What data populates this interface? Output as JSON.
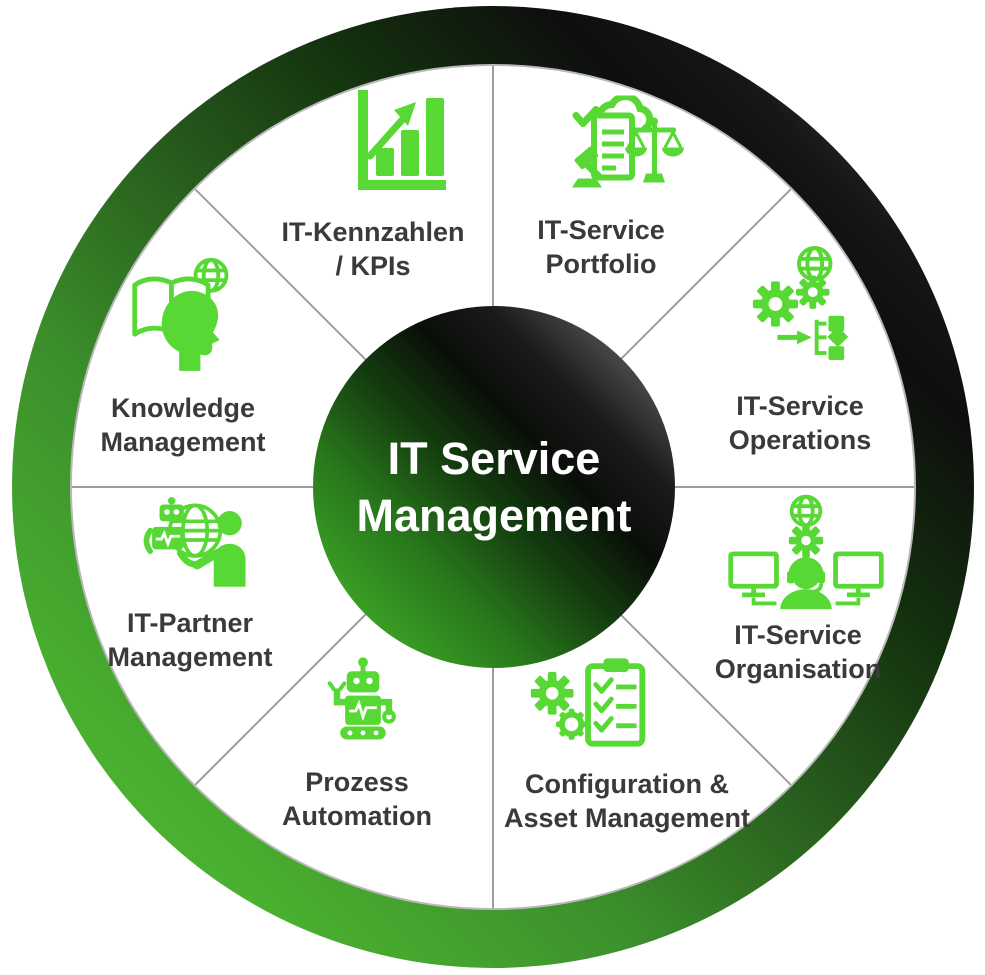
{
  "center": {
    "line1": "IT Service",
    "line2": "Management"
  },
  "segments": [
    {
      "id": "kpis",
      "line1": "IT-Kennzahlen",
      "line2": "/ KPIs",
      "icon": "bar-chart-growth"
    },
    {
      "id": "portfolio",
      "line1": "IT-Service",
      "line2": "Portfolio",
      "icon": "cloud-document-scales"
    },
    {
      "id": "operations",
      "line1": "IT-Service",
      "line2": "Operations",
      "icon": "gears-globe-flowchart"
    },
    {
      "id": "organisation",
      "line1": "IT-Service",
      "line2": "Organisation",
      "icon": "support-agent-monitors"
    },
    {
      "id": "configuration",
      "line1": "Configuration &",
      "line2": "Asset Management",
      "icon": "gears-checklist-clipboard"
    },
    {
      "id": "automation",
      "line1": "Prozess",
      "line2": "Automation",
      "icon": "robot"
    },
    {
      "id": "partner",
      "line1": "IT-Partner",
      "line2": "Management",
      "icon": "robot-globe-person-handshake"
    },
    {
      "id": "knowledge",
      "line1": "Knowledge",
      "line2": "Management",
      "icon": "open-book-head-globe"
    }
  ],
  "colors": {
    "icon_green": "#58d834",
    "ring_green": "#4fbe33",
    "ring_black": "#141414",
    "label_text": "#3a3a3a",
    "center_text": "#ffffff",
    "divider_gray": "#8c8c8c"
  }
}
